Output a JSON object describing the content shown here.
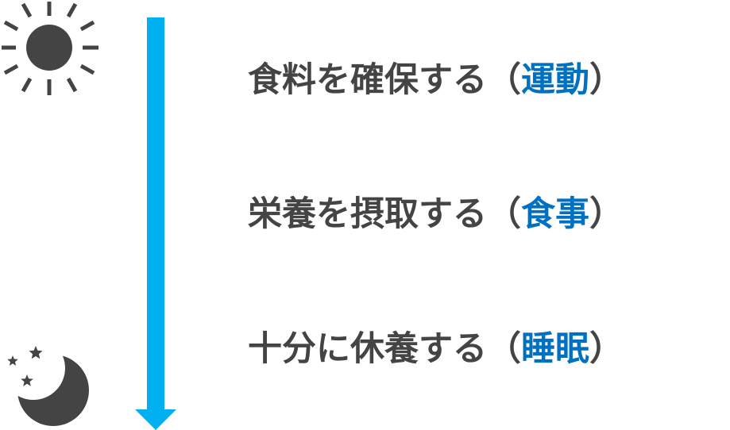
{
  "colors": {
    "text": "#444444",
    "highlight": "#0070c0",
    "arrow": "#00b0f0",
    "icon": "#444444"
  },
  "icons": {
    "top": "sun-icon",
    "bottom": "moon-with-stars-icon"
  },
  "steps": [
    {
      "text": "食料を確保する",
      "open": "（",
      "highlight": "運動",
      "close": "）"
    },
    {
      "text": "栄養を摂取する",
      "open": "（",
      "highlight": "食事",
      "close": "）"
    },
    {
      "text": "十分に休養する",
      "open": "（",
      "highlight": "睡眠",
      "close": "）"
    }
  ]
}
